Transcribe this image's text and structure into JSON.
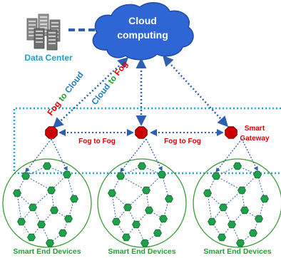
{
  "cloud": {
    "line1": "Cloud",
    "line2": "computing"
  },
  "data_center": {
    "label": "Data Center",
    "icon": "server-rack-icon"
  },
  "labels": {
    "fog_to_cloud_part1": "Fog",
    "fog_to_cloud_part2": " to ",
    "fog_to_cloud_part3": "Cloud",
    "cloud_to_fog_part1": "Cloud",
    "cloud_to_fog_part2": " to ",
    "cloud_to_fog_part3": "Fog",
    "fog_to_fog_left": "Fog to Fog",
    "fog_to_fog_right": "Fog to Fog",
    "smart_gateway_line1": "Smart",
    "smart_gateway_line2": "Gateway"
  },
  "clusters": [
    {
      "label": "Smart End Devices"
    },
    {
      "label": "Smart End Devices"
    },
    {
      "label": "Smart End Devices"
    }
  ],
  "colors": {
    "cloud_fill": "#2f66d6",
    "cloud_text": "#ffffff",
    "data_center_text": "#1fa0c9",
    "fog_node": "#cc0000",
    "red_label": "#e00000",
    "green_label": "#22a030",
    "blue_label": "#1f7fbf",
    "device_fill": "#1fa04a",
    "cluster_ring": "#3a9a3a",
    "link": "#2f5fb0",
    "fog_layer_border": "#1fa6d9"
  }
}
